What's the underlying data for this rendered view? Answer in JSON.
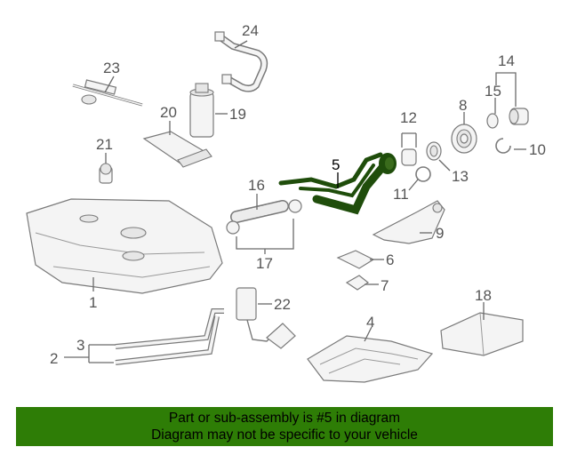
{
  "callouts": [
    {
      "id": "c1",
      "text": "1"
    },
    {
      "id": "c2",
      "text": "2"
    },
    {
      "id": "c3",
      "text": "3"
    },
    {
      "id": "c4",
      "text": "4"
    },
    {
      "id": "c5",
      "text": "5"
    },
    {
      "id": "c6",
      "text": "6"
    },
    {
      "id": "c7",
      "text": "7"
    },
    {
      "id": "c8",
      "text": "8"
    },
    {
      "id": "c9",
      "text": "9"
    },
    {
      "id": "c10",
      "text": "10"
    },
    {
      "id": "c11",
      "text": "11"
    },
    {
      "id": "c12",
      "text": "12"
    },
    {
      "id": "c13",
      "text": "13"
    },
    {
      "id": "c14",
      "text": "14"
    },
    {
      "id": "c15",
      "text": "15"
    },
    {
      "id": "c16",
      "text": "16"
    },
    {
      "id": "c17",
      "text": "17"
    },
    {
      "id": "c18",
      "text": "18"
    },
    {
      "id": "c19",
      "text": "19"
    },
    {
      "id": "c20",
      "text": "20"
    },
    {
      "id": "c21",
      "text": "21"
    },
    {
      "id": "c22",
      "text": "22"
    },
    {
      "id": "c23",
      "text": "23"
    },
    {
      "id": "c24",
      "text": "24"
    }
  ],
  "highlight": {
    "part": "5",
    "color": "#1f4d0b"
  },
  "footer": {
    "line1": "Part or sub-assembly is #5 in diagram",
    "line2": "Diagram may not be specific to your vehicle",
    "color": "#2e7d06"
  }
}
